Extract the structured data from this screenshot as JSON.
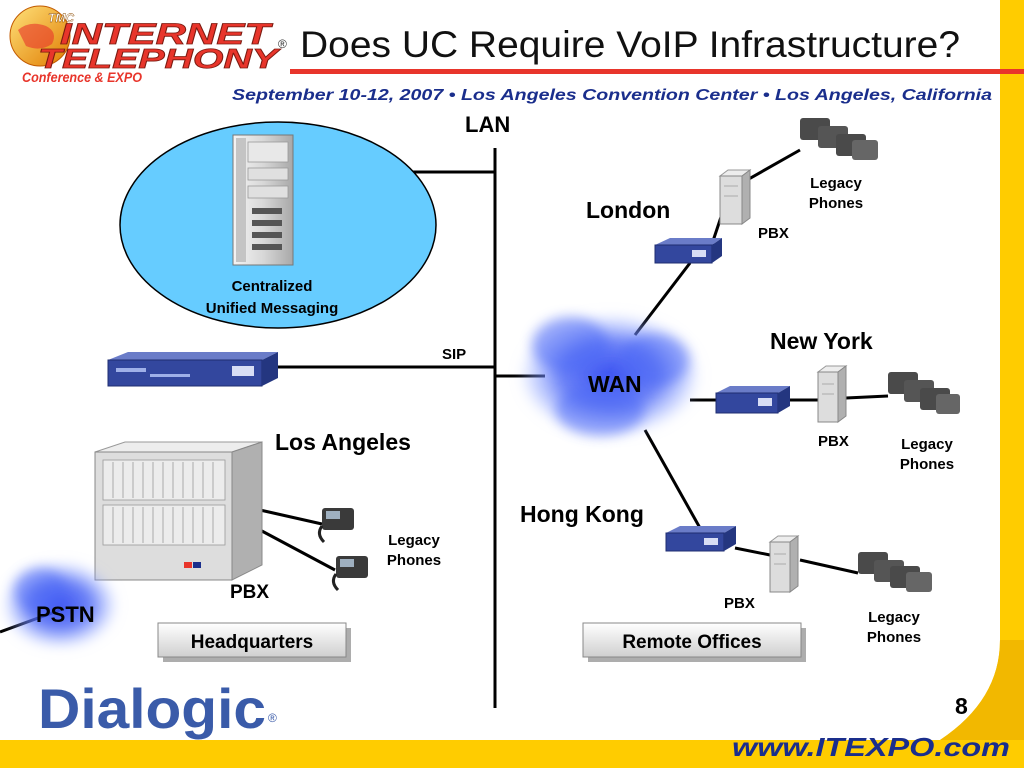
{
  "header": {
    "logo_tmc": "TMC",
    "logo_line1": "INTERNET",
    "logo_line2": "TELEPHONY",
    "logo_line3": "Conference & EXPO",
    "logo_reg": "®",
    "title": "Does UC Require VoIP Infrastructure?",
    "subtitle": "September 10-12, 2007 • Los Angeles Convention Center • Los Angeles, California"
  },
  "diagram": {
    "lan_label": "LAN",
    "sip_label": "SIP",
    "wan_label": "WAN",
    "pstn_label": "PSTN",
    "messaging_label_line1": "Centralized",
    "messaging_label_line2": "Unified Messaging",
    "hq": {
      "city": "Los Angeles",
      "pbx_label": "PBX",
      "phones_line1": "Legacy",
      "phones_line2": "Phones",
      "button": "Headquarters"
    },
    "london": {
      "city": "London",
      "pbx_label": "PBX",
      "phones_line1": "Legacy",
      "phones_line2": "Phones"
    },
    "new_york": {
      "city": "New York",
      "pbx_label": "PBX",
      "phones_line1": "Legacy",
      "phones_line2": "Phones"
    },
    "hong_kong": {
      "city": "Hong Kong",
      "pbx_label": "PBX",
      "phones_line1": "Legacy",
      "phones_line2": "Phones"
    },
    "remote_button": "Remote Offices"
  },
  "footer": {
    "brand": "Dialogic",
    "brand_reg": "®",
    "page_number": "8",
    "url": "www.ITEXPO.com"
  },
  "colors": {
    "frame": "#FFCC00",
    "page": "#FFFFFF",
    "accent_red": "#E8352B",
    "subtitle_blue": "#1A2E8C",
    "ellipse_fill": "#66CCFF",
    "cloud_blue": "#5577FF",
    "device_blue": "#33479E",
    "dialogic_blue": "#3A5BA9"
  }
}
